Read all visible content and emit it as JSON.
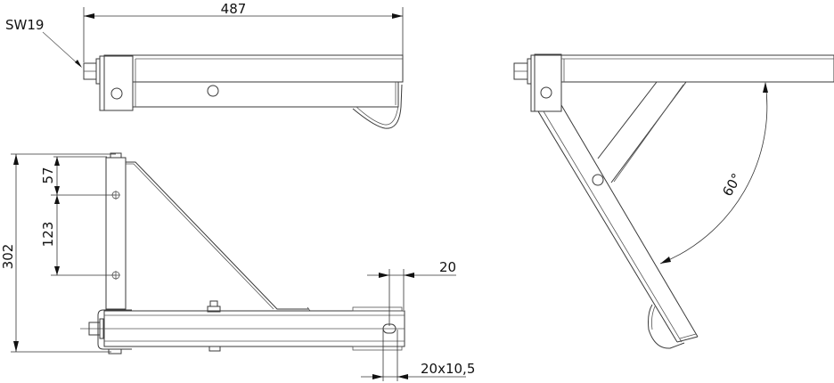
{
  "drawing": {
    "type": "technical-drawing",
    "views": [
      "top-view",
      "side-view",
      "folded-view"
    ],
    "dimensions": {
      "width_total": "487",
      "wrench_size": "SW19",
      "height_total": "302",
      "hole_offset_top": "57",
      "hole_spacing": "123",
      "slot_offset": "20",
      "slot_size": "20x10,5",
      "fold_angle": "60°"
    }
  }
}
